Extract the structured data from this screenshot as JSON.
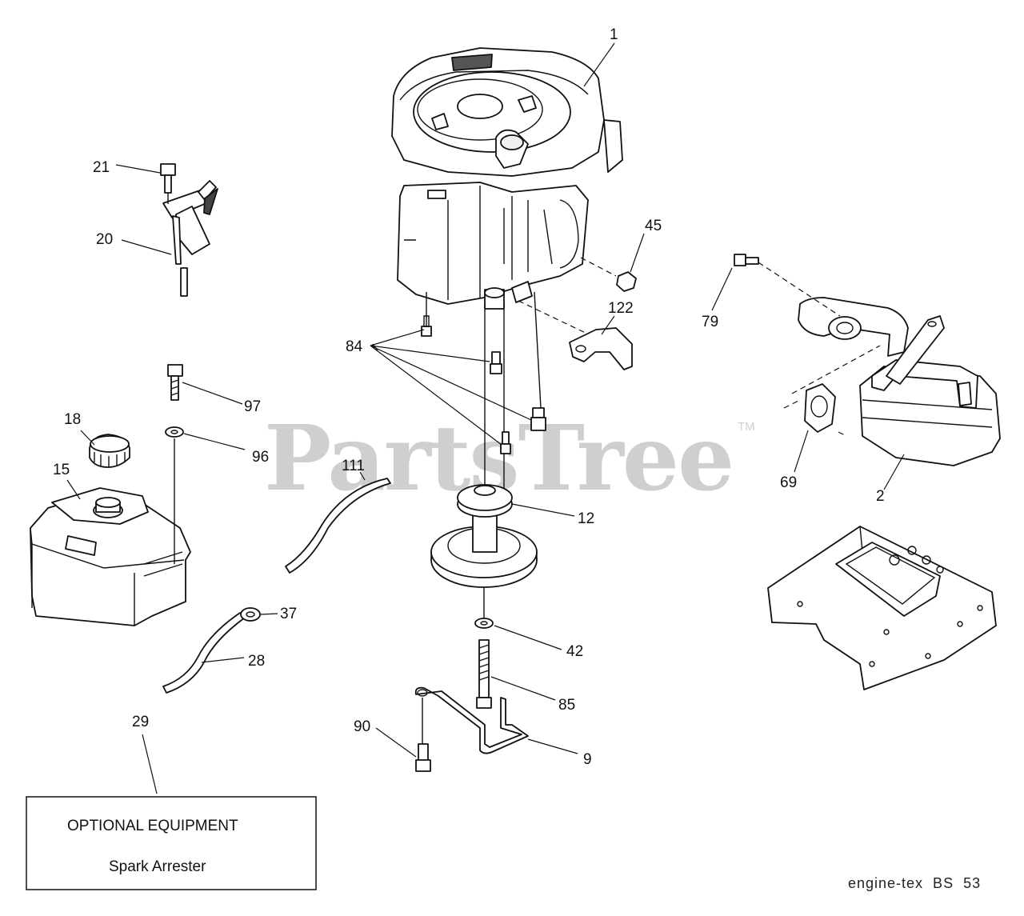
{
  "watermark": {
    "text": "PartsTree",
    "trademark": "TM"
  },
  "callouts": {
    "p1": "1",
    "p2": "2",
    "p9": "9",
    "p12": "12",
    "p15": "15",
    "p18": "18",
    "p20": "20",
    "p21": "21",
    "p28": "28",
    "p29": "29",
    "p37": "37",
    "p42": "42",
    "p45": "45",
    "p69": "69",
    "p79": "79",
    "p84": "84",
    "p85": "85",
    "p90": "90",
    "p96": "96",
    "p97": "97",
    "p111": "111",
    "p122": "122"
  },
  "optional_box": {
    "title": "OPTIONAL EQUIPMENT",
    "item": "Spark Arrester"
  },
  "diagram_code": "engine-tex  BS  53",
  "icons": [
    "engine-icon",
    "muffler-icon",
    "fuel-tank-icon",
    "fuel-cap-icon",
    "pulley-icon",
    "throttle-control-icon",
    "engine-mount-plate-icon"
  ]
}
